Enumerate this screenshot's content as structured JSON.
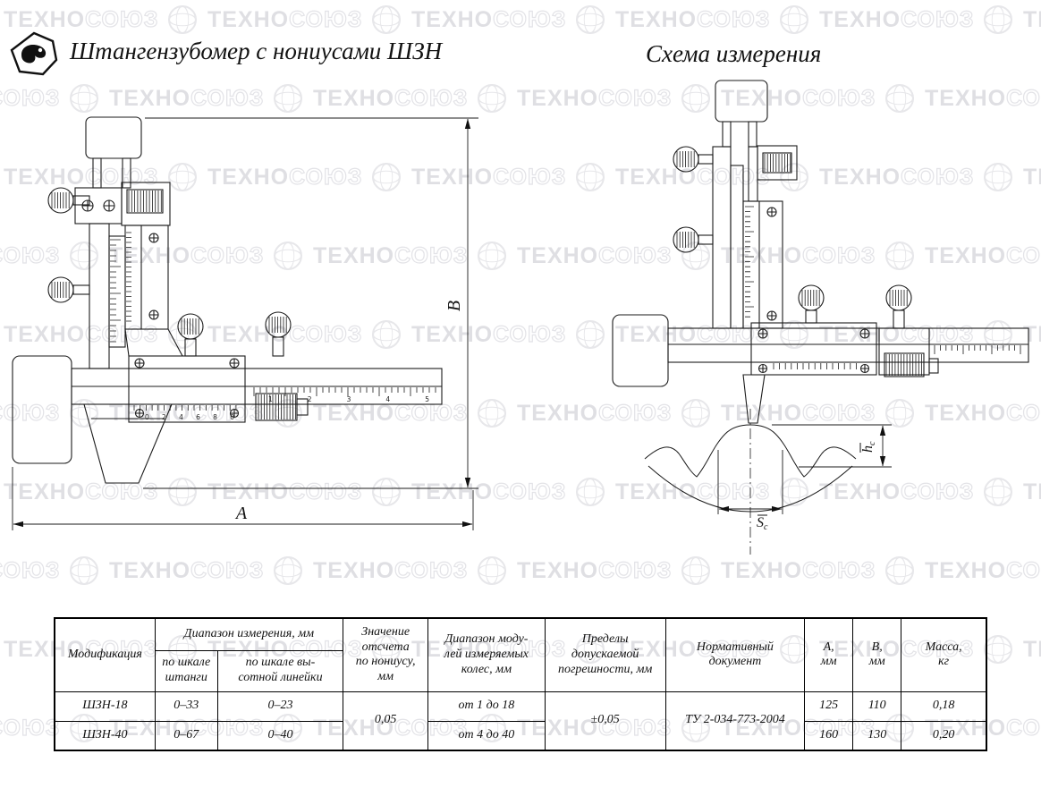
{
  "page": {
    "title_left": "Штангензубомер с нониусами ШЗН",
    "title_right": "Схема измерения"
  },
  "watermark": {
    "bold": "ТЕХНО",
    "outline": "СОЮЗ"
  },
  "dimensions": {
    "width": "A",
    "height": "B",
    "chord": "S",
    "chord_sub": "c",
    "addendum": "h",
    "addendum_sub": "c"
  },
  "scales": {
    "beam_numbers": "1 2 3 4 5",
    "vernier_numbers": "0 2 4 6 8 0"
  },
  "table": {
    "headers": {
      "modification": "Модификация",
      "range_group": "Диапазон измерения, мм",
      "range_beam": "по шкале\nштанги",
      "range_height": "по шкале вы-\nсотной линейки",
      "vernier": "Значение\nотсчета\nпо нониусу,\nмм",
      "module_range": "Диапазон моду-\nлей измеряемых\nколес, мм",
      "error_limits": "Пределы\nдопускаемой\nпогрешности, мм",
      "normative_doc": "Нормативный\nдокумент",
      "col_a": "A,\nмм",
      "col_b": "B,\nмм",
      "mass": "Масса,\nкг"
    },
    "rows": [
      {
        "modification": "ШЗН-18",
        "range_beam": "0–33",
        "range_height": "0–23",
        "modules": "от 1 до 18",
        "a": "125",
        "b": "110",
        "mass": "0,18"
      },
      {
        "modification": "ШЗН-40",
        "range_beam": "0–67",
        "range_height": "0–40",
        "modules": "от 4 до 40",
        "a": "160",
        "b": "130",
        "mass": "0,20"
      }
    ],
    "merged": {
      "vernier": "0,05",
      "error": "±0,05",
      "document": "ТУ 2-034-773-2004"
    }
  }
}
